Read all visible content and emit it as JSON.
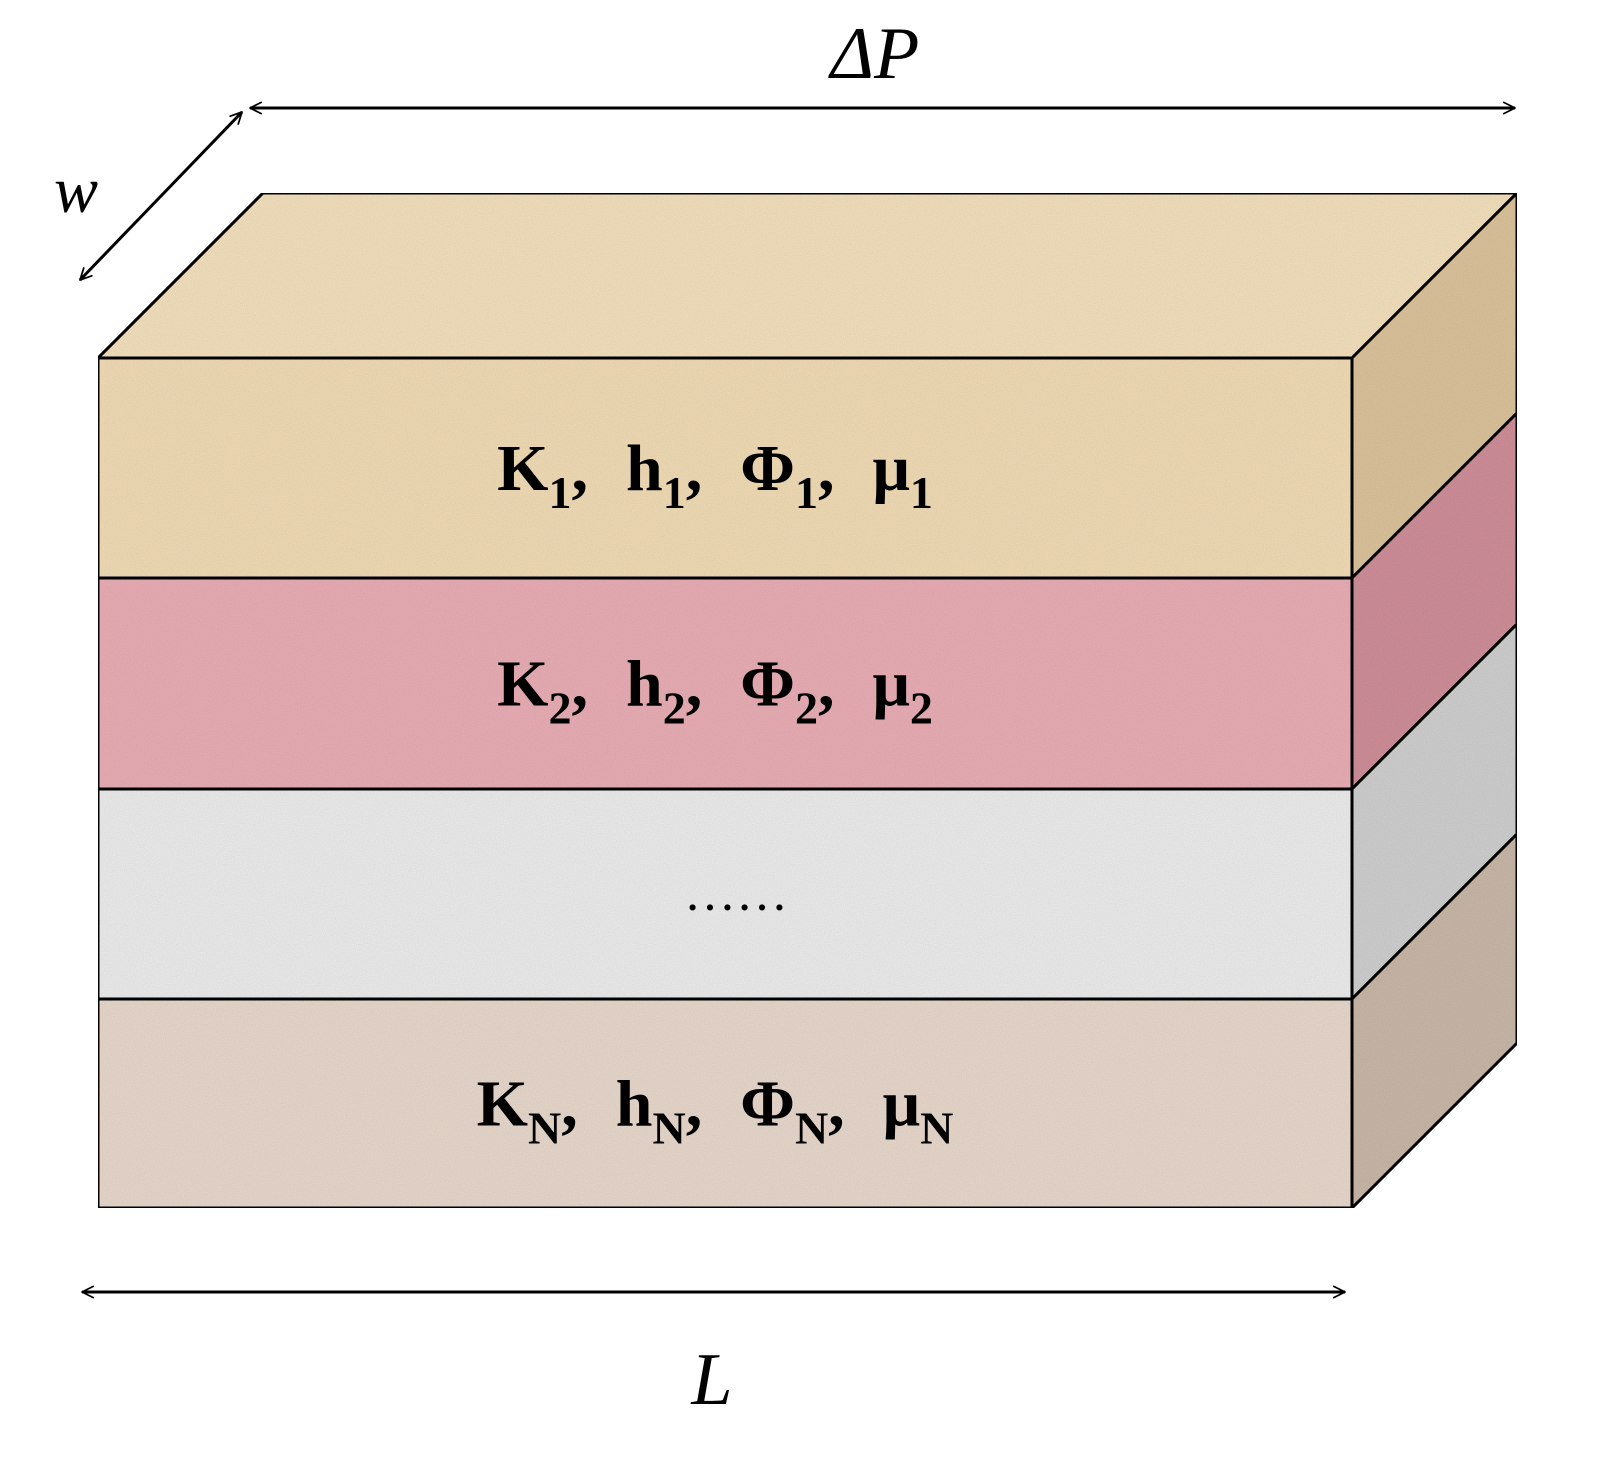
{
  "labels": {
    "delta_p": "ΔP",
    "width": "w",
    "length": "L",
    "ellipsis": "……"
  },
  "layers": [
    {
      "id": "layer-1",
      "color_front": "#f1dcb6",
      "color_top": "#f3e0bd",
      "color_side": "#dcc39b",
      "params": [
        {
          "sym": "K",
          "sub": "1"
        },
        {
          "sym": "h",
          "sub": "1"
        },
        {
          "sym": "Φ",
          "sub": "1"
        },
        {
          "sym": "μ",
          "sub": "1"
        }
      ]
    },
    {
      "id": "layer-2",
      "color_front": "#e9aeb5",
      "color_top": "#e9aeb5",
      "color_side": "#cf8f99",
      "params": [
        {
          "sym": "K",
          "sub": "2"
        },
        {
          "sym": "h",
          "sub": "2"
        },
        {
          "sym": "Φ",
          "sub": "2"
        },
        {
          "sym": "μ",
          "sub": "2"
        }
      ]
    },
    {
      "id": "layer-dots",
      "color_front": "#ececec",
      "color_top": "#ececec",
      "color_side": "#cfcfcf",
      "params": []
    },
    {
      "id": "layer-n",
      "color_front": "#e8d8cc",
      "color_top": "#e8d8cc",
      "color_side": "#c9b8a8",
      "params": [
        {
          "sym": "K",
          "sub": "N"
        },
        {
          "sym": "h",
          "sub": "N"
        },
        {
          "sym": "Φ",
          "sub": "N"
        },
        {
          "sym": "μ",
          "sub": "N"
        }
      ]
    }
  ],
  "separator": ","
}
